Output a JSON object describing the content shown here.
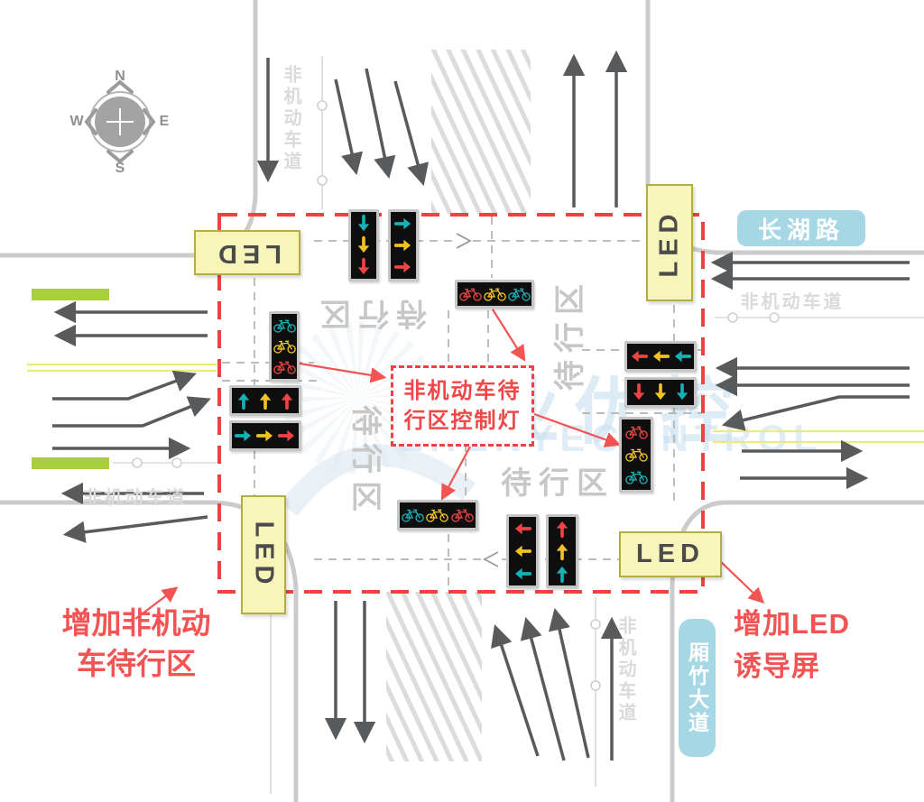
{
  "compass": {
    "north": "N",
    "south": "S",
    "east": "E",
    "west": "W"
  },
  "road_badges": {
    "east_west_road": "长湖路",
    "north_south_road": "厢竹大道"
  },
  "led_label": "LED",
  "center_label": {
    "line1": "非机动车待",
    "line2": "行区控制灯"
  },
  "waiting_zone_label": "待行区",
  "lane_label": "非机动车道",
  "annotations": {
    "southwest": {
      "line1": "增加非机动",
      "line2": "车待行区"
    },
    "southeast": {
      "line1": "增加LED",
      "line2": "诱导屏"
    }
  },
  "watermark": {
    "cn": "业优控",
    "en": "ZHENYECONTROL"
  },
  "colors": {
    "signal_red": "#ee4444",
    "signal_yellow": "#f1c226",
    "signal_teal": "#17b0b4",
    "annotation_red": "#f25353",
    "led_fill": "#f7f5ba",
    "led_border": "#b3ad45",
    "badge_blue": "#a6d7e5",
    "road_gray": "#cbcbcb",
    "flow_arrow_gray": "#595a5c",
    "zone_text_gray": "#c7c7c7",
    "lane_text_gray": "#dadada",
    "green_strip": "#a9cf3d",
    "yellow_line": "#ecec7a",
    "red_dash": "#f34040"
  },
  "signals": [
    {
      "id": "north-straight",
      "cells": [
        {
          "icon": "arrow-down",
          "color": "teal"
        },
        {
          "icon": "arrow-down",
          "color": "yellow"
        },
        {
          "icon": "arrow-down",
          "color": "red"
        }
      ]
    },
    {
      "id": "north-right",
      "cells": [
        {
          "icon": "arrow-right",
          "color": "teal"
        },
        {
          "icon": "arrow-right",
          "color": "yellow"
        },
        {
          "icon": "arrow-right",
          "color": "red"
        }
      ]
    },
    {
      "id": "north-bike",
      "cells": [
        {
          "icon": "bicycle",
          "color": "red"
        },
        {
          "icon": "bicycle",
          "color": "yellow"
        },
        {
          "icon": "bicycle",
          "color": "teal"
        }
      ]
    },
    {
      "id": "west-bike",
      "cells": [
        {
          "icon": "bicycle",
          "color": "teal"
        },
        {
          "icon": "bicycle",
          "color": "yellow"
        },
        {
          "icon": "bicycle",
          "color": "red"
        }
      ]
    },
    {
      "id": "west-straight",
      "cells": [
        {
          "icon": "arrow-up",
          "color": "teal"
        },
        {
          "icon": "arrow-up",
          "color": "yellow"
        },
        {
          "icon": "arrow-up",
          "color": "red"
        }
      ]
    },
    {
      "id": "west-right",
      "cells": [
        {
          "icon": "arrow-right",
          "color": "teal"
        },
        {
          "icon": "arrow-right",
          "color": "yellow"
        },
        {
          "icon": "arrow-right",
          "color": "red"
        }
      ]
    },
    {
      "id": "east-left",
      "cells": [
        {
          "icon": "arrow-left",
          "color": "red"
        },
        {
          "icon": "arrow-left",
          "color": "yellow"
        },
        {
          "icon": "arrow-left",
          "color": "teal"
        }
      ]
    },
    {
      "id": "east-down",
      "cells": [
        {
          "icon": "arrow-down",
          "color": "red"
        },
        {
          "icon": "arrow-down",
          "color": "yellow"
        },
        {
          "icon": "arrow-down",
          "color": "teal"
        }
      ]
    },
    {
      "id": "east-bike",
      "cells": [
        {
          "icon": "bicycle",
          "color": "red"
        },
        {
          "icon": "bicycle",
          "color": "yellow"
        },
        {
          "icon": "bicycle",
          "color": "teal"
        }
      ]
    },
    {
      "id": "south-bike",
      "cells": [
        {
          "icon": "bicycle",
          "color": "teal"
        },
        {
          "icon": "bicycle",
          "color": "yellow"
        },
        {
          "icon": "bicycle",
          "color": "red"
        }
      ]
    },
    {
      "id": "south-left",
      "cells": [
        {
          "icon": "arrow-left",
          "color": "red"
        },
        {
          "icon": "arrow-left",
          "color": "yellow"
        },
        {
          "icon": "arrow-left",
          "color": "teal"
        }
      ]
    },
    {
      "id": "south-straight",
      "cells": [
        {
          "icon": "arrow-up",
          "color": "red"
        },
        {
          "icon": "arrow-up",
          "color": "yellow"
        },
        {
          "icon": "arrow-up",
          "color": "teal"
        }
      ]
    }
  ]
}
